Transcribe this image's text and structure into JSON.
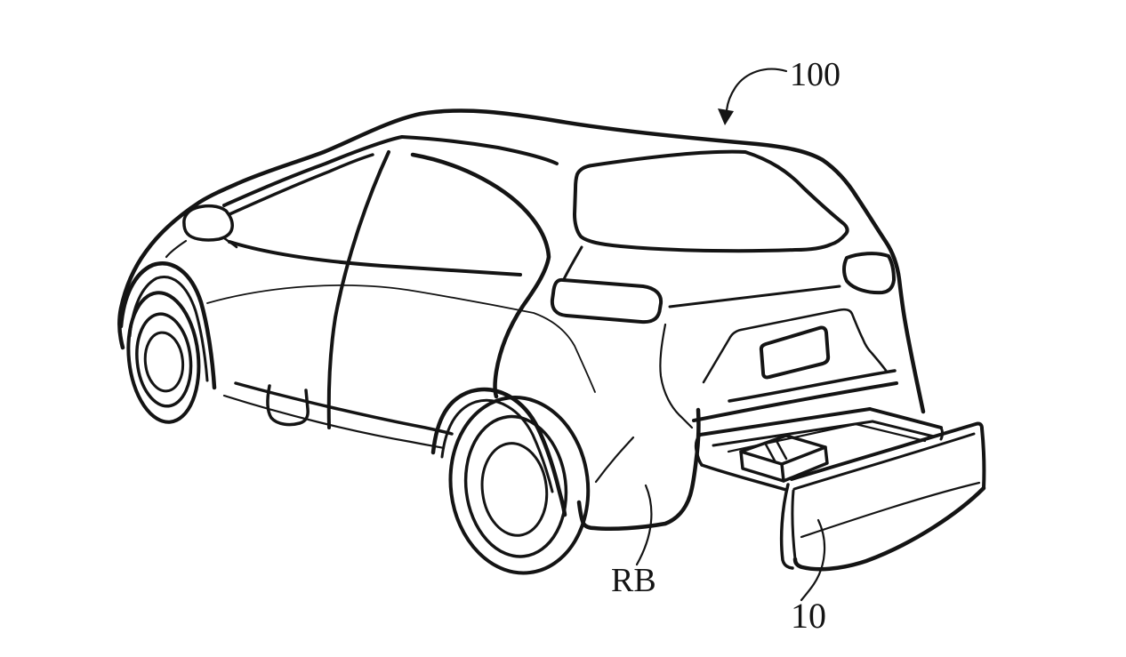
{
  "figure": {
    "description": "Patent-style black line drawing: rear three-quarter view of a hatchback vehicle with a storage drawer pulled out rearward from the rear bumper; a small box sits inside the open drawer tray.",
    "colors": {
      "line": "#141414",
      "background": "#ffffff"
    },
    "labels": {
      "vehicle": {
        "text": "100",
        "points_to": "vehicle roof"
      },
      "rear_bumper": {
        "text": "RB",
        "points_to": "rear bumper corner"
      },
      "drawer": {
        "text": "10",
        "points_to": "drawer front panel"
      }
    }
  }
}
